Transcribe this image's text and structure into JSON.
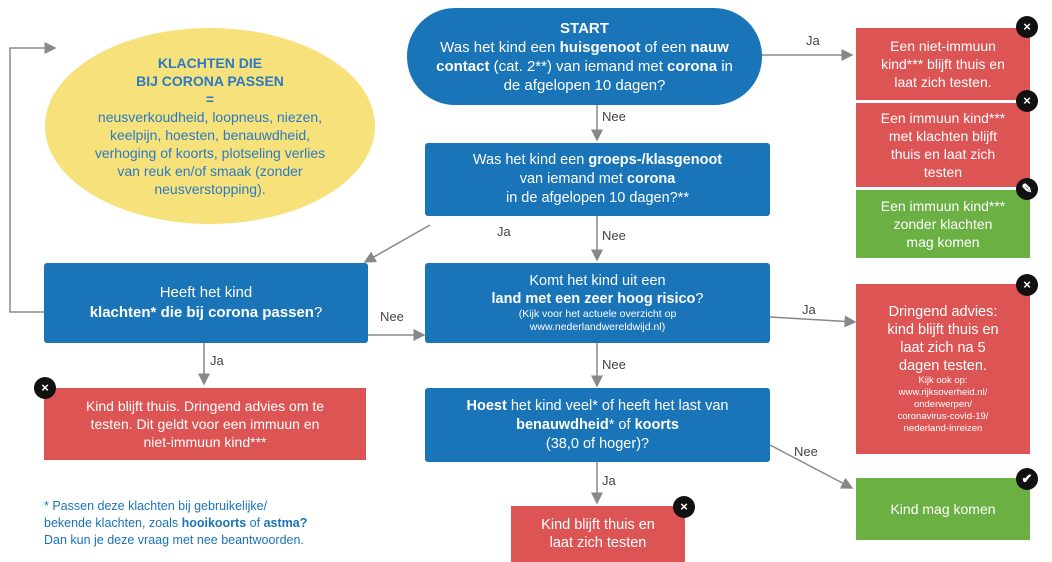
{
  "start": {
    "title": "START",
    "l1a": "Was het kind een ",
    "l1b": "huisgenoot",
    "l1c": " of een ",
    "l1d": "nauw",
    "l2a": "contact",
    "l2b": " (cat. 2**) van iemand met ",
    "l2c": "corona",
    "l2d": " in",
    "l3": "de afgelopen 10 dagen?"
  },
  "klachten_bubble": {
    "title1": "KLACHTEN DIE",
    "title2": "BIJ CORONA PASSEN",
    "eq": "=",
    "lines": [
      "neusverkoudheid, loopneus, niezen,",
      "keelpijn, hoesten, benauwdheid,",
      "verhoging of koorts, plotseling verlies",
      "van reuk en/of smaak (zonder",
      "neusverstopping)."
    ]
  },
  "groep": {
    "l1a": "Was het kind een ",
    "l1b": "groeps-/klasgenoot",
    "l2a": "van iemand met ",
    "l2b": "corona",
    "l3": "in de afgelopen 10 dagen?**"
  },
  "heeft": {
    "l1": "Heeft het kind",
    "l2a": "klachten*",
    "l2b": " die bij corona passen",
    "l2c": "?"
  },
  "land": {
    "l1": "Komt het kind uit een",
    "l2a": "land met een zeer hoog risico",
    "l2b": "?",
    "l3": "(Kijk voor het actuele overzicht op",
    "l4": "www.nederlandwereldwijd.nl)"
  },
  "hoest": {
    "l1a": "Hoest",
    "l1b": " het kind veel* of heeft het last van",
    "l2a": "benauwdheid",
    "l2b": "* of ",
    "l2c": "koorts",
    "l3": "(38,0 of hoger)?"
  },
  "results": {
    "niet_immuun": [
      "Een niet-immuun",
      "kind*** blijft thuis en",
      "laat zich testen."
    ],
    "immuun_klachten": [
      "Een immuun kind***",
      "met klachten blijft",
      "thuis en laat zich",
      "testen"
    ],
    "immuun_zonder": [
      "Een immuun kind***",
      "zonder klachten",
      "mag komen"
    ],
    "dringend": [
      "Dringend advies:",
      "kind blijft thuis en",
      "laat zich na 5",
      "dagen testen."
    ],
    "dringend_small": [
      "Kijk ook op:",
      "www.rijksoverheid.nl/",
      "onderwerpen/",
      "coronavirus-covid-19/",
      "nederland-inreizen"
    ],
    "kind_thuis": [
      "Kind blijft thuis. Dringend advies om te",
      "testen. Dit geldt voor een immuun en",
      "niet-immuun kind***"
    ],
    "mag_komen": "Kind mag komen",
    "thuis_testen": [
      "Kind blijft thuis en",
      "laat zich testen"
    ]
  },
  "labels": {
    "ja": "Ja",
    "nee": "Nee"
  },
  "icons": {
    "x": "×",
    "check": "✔",
    "pencil": "✎"
  },
  "footnote": {
    "l1": "* Passen deze klachten bij gebruikelijke/",
    "l2a": "bekende klachten, zoals ",
    "l2b": "hooikoorts",
    "l2c": " of ",
    "l2d": "astma?",
    "l3": "Dan kun je deze vraag met nee beantwoorden."
  },
  "colors": {
    "blue": "#1a74b8",
    "red": "#dd5454",
    "green": "#6bb043",
    "yellow": "#f7e17a"
  }
}
